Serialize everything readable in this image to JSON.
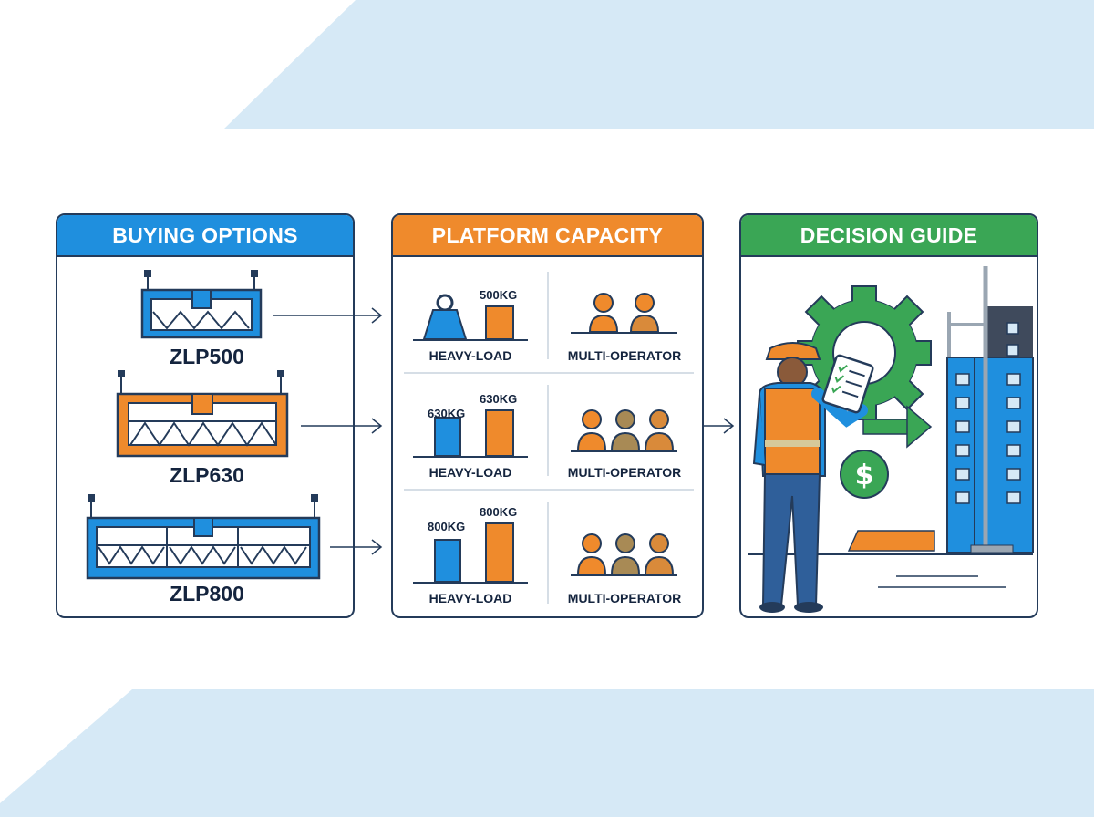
{
  "colors": {
    "band": "#d6e9f6",
    "blue": "#1f8fde",
    "orange": "#ef8a2c",
    "green": "#3aa655",
    "navy": "#243b5a",
    "olive": "#a88a55"
  },
  "panels": {
    "buying_options": {
      "title": "BUYING OPTIONS",
      "models": [
        {
          "name": "ZLP500",
          "platform_color": "#1f8fde",
          "bays": 1
        },
        {
          "name": "ZLP630",
          "platform_color": "#ef8a2c",
          "bays": 1
        },
        {
          "name": "ZLP800",
          "platform_color": "#1f8fde",
          "bays": 3
        }
      ]
    },
    "platform_capacity": {
      "title": "PLATFORM CAPACITY",
      "rows": [
        {
          "left_value": "",
          "right_value": "500KG",
          "left_caption": "HEAVY-LOAD",
          "right_caption": "MULTI-OPERATOR",
          "people": 2,
          "weight_icon": "weight-icon"
        },
        {
          "left_value": "630KG",
          "right_value": "630KG",
          "left_caption": "HEAVY-LOAD",
          "right_caption": "MULTI-OPERATOR",
          "people": 3
        },
        {
          "left_value": "800KG",
          "right_value": "800KG",
          "left_caption": "HEAVY-LOAD",
          "right_caption": "MULTI-OPERATOR",
          "people": 3
        }
      ]
    },
    "decision_guide": {
      "title": "DECISION GUIDE",
      "dollar_symbol": "$",
      "icons": [
        "worker-icon",
        "gear-icon",
        "clipboard-icon",
        "building-icon",
        "dollar-icon"
      ]
    }
  }
}
